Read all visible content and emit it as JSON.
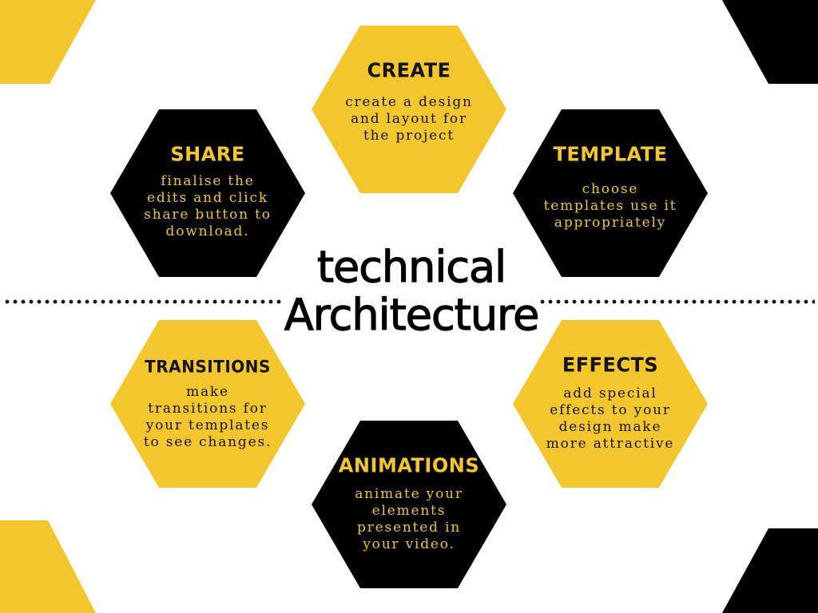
{
  "colors": {
    "yellow": "#f4c62d",
    "black": "#000000",
    "background": "#ffffff"
  },
  "title": {
    "line1": "technical",
    "line2": "Architecture"
  },
  "steps": [
    {
      "id": "create",
      "title": "CREATE",
      "description": "create a design\nand layout for\nthe project",
      "fill": "yellow"
    },
    {
      "id": "share",
      "title": "SHARE",
      "description": "finalise the\nedits and click\nshare button to\ndownload.",
      "fill": "black"
    },
    {
      "id": "template",
      "title": "TEMPLATE",
      "description": "choose\ntemplates use it\nappropriately",
      "fill": "black"
    },
    {
      "id": "transitions",
      "title": "TRANSITIONS",
      "description": "make\ntransitions for\nyour templates\nto see changes.",
      "fill": "yellow"
    },
    {
      "id": "effects",
      "title": "EFFECTS",
      "description": "add special\neffects to your\ndesign make\nmore attractive",
      "fill": "yellow"
    },
    {
      "id": "animations",
      "title": "ANIMATIONS",
      "description": "animate your\nelements\npresented in\nyour video.",
      "fill": "black"
    }
  ]
}
